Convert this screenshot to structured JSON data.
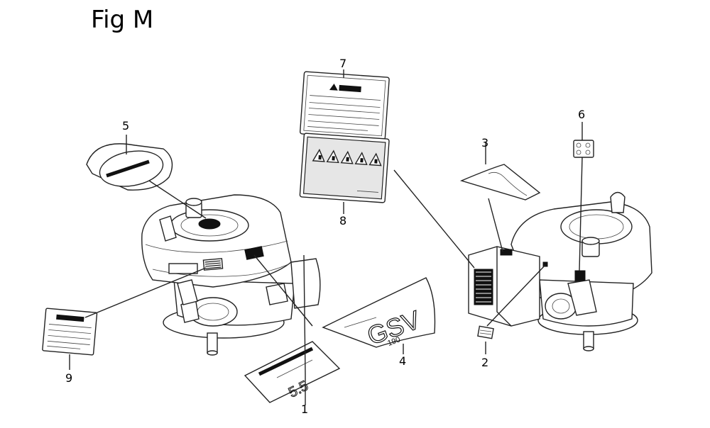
{
  "figure": {
    "title": "Fig M"
  },
  "callouts": [
    {
      "id": "1",
      "label": "1"
    },
    {
      "id": "2",
      "label": "2"
    },
    {
      "id": "3",
      "label": "3"
    },
    {
      "id": "4",
      "label": "4"
    },
    {
      "id": "5",
      "label": "5"
    },
    {
      "id": "6",
      "label": "6"
    },
    {
      "id": "7",
      "label": "7"
    },
    {
      "id": "8",
      "label": "8"
    },
    {
      "id": "9",
      "label": "9"
    }
  ],
  "labels": {
    "label_4_model": "GSV",
    "label_4_sub": "190",
    "label_1_big": "5.5"
  }
}
